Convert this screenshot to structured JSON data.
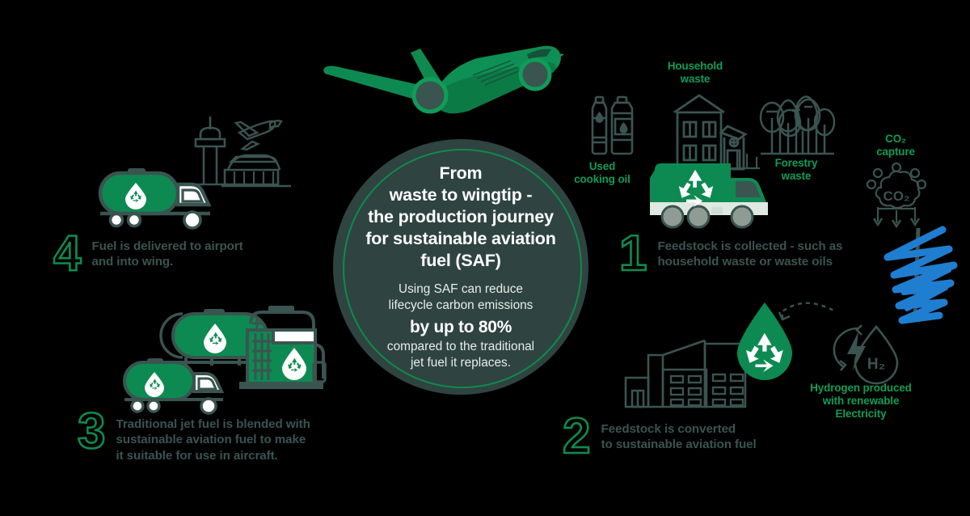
{
  "center": {
    "title_lines": [
      "From",
      "waste to wingtip -",
      "the production journey",
      "for sustainable aviation",
      "fuel (SAF)"
    ],
    "sub_line1": "Using SAF can reduce",
    "sub_line2": "lifecycle carbon emissions",
    "highlight": "by up to 80%",
    "sub_line3": "compared to the traditional",
    "sub_line4": "jet fuel it replaces."
  },
  "steps": [
    {
      "number": "1",
      "text_lines": [
        "Feedstock is collected - such as",
        "household waste or waste oils"
      ]
    },
    {
      "number": "2",
      "text_lines": [
        "Feedstock is converted",
        "to sustainable aviation fuel"
      ]
    },
    {
      "number": "3",
      "text_lines": [
        "Traditional jet fuel is blended with",
        "sustainable aviation fuel to make",
        "it suitable for use in aircraft."
      ]
    },
    {
      "number": "4",
      "text_lines": [
        "Fuel is delivered to airport",
        "and into wing."
      ]
    }
  ],
  "labels": {
    "household_waste": [
      "Household",
      "waste"
    ],
    "used_cooking_oil": [
      "Used",
      "cooking oil"
    ],
    "forestry_waste": [
      "Forestry",
      "waste"
    ],
    "co2_capture": [
      "CO₂",
      "capture"
    ],
    "hydrogen": [
      "Hydrogen produced",
      "with renewable",
      "Electricity"
    ]
  },
  "icon_text": {
    "co2_cloud": "CO₂",
    "h2_droplet": "H₂"
  },
  "colors": {
    "background": "#000000",
    "circle_fill": "#2f4440",
    "ring_green": "#0f8a4e",
    "brand_green": "#0f9d58",
    "icon_green": "#0d8a52",
    "outline_dark": "#3a5450",
    "text_white": "#ffffff",
    "annotation_blue": "#1f7ed0"
  }
}
